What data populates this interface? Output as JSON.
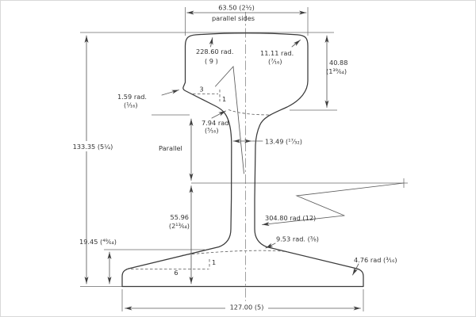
{
  "drawing": {
    "kind": "rail-cross-section-engineering-drawing",
    "background_color": "#ffffff",
    "line_color": "#3a3a3a",
    "labels": {
      "head_width": "63.50 (2½)",
      "head_width_note": "parallel sides",
      "crown_radius": "228.60 rad.",
      "crown_radius_in": "( 9 )",
      "head_corner_radius": "11.11 rad.",
      "head_corner_radius_in": "(⁷⁄₁₆)",
      "head_depth": "40.88",
      "head_depth_in": "(1³⁹⁄₆₄)",
      "head_edge_radius": "1.59 rad.",
      "head_edge_radius_in": "(¹⁄₁₆)",
      "head_slope_run": "3",
      "head_slope_rise": "1",
      "web_fillet_radius": "7.94 rad",
      "web_fillet_radius_in": "(⁵⁄₁₆)",
      "web_thickness": "13.49 (¹⁷⁄₃₂)",
      "overall_height": "133.35 (5¼)",
      "web_note": "Parallel",
      "base_to_ref_height": "55.96",
      "base_to_ref_height_in": "(2¹³⁄₆₄)",
      "web_side_radius": "304.80 rad (12)",
      "foot_fillet_radius": "9.53 rad. (³⁄₈)",
      "foot_edge_thickness": "19.45 (⁴⁹⁄₆₄)",
      "foot_slope_run": "6",
      "foot_slope_rise": "1",
      "foot_tip_radius": "4.76 rad (³⁄₁₆)",
      "foot_width": "127.00 (5)"
    }
  }
}
